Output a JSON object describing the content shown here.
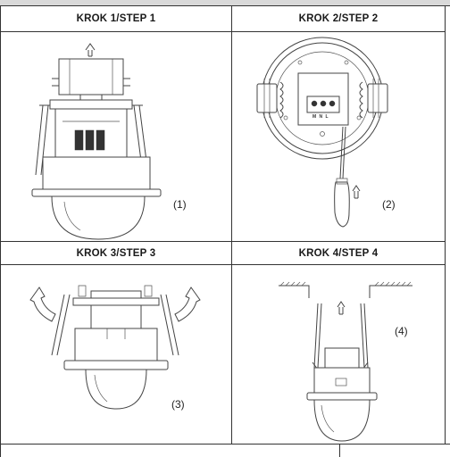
{
  "steps": [
    {
      "header": "KROK 1/STEP 1",
      "label": "(1)"
    },
    {
      "header": "KROK 2/STEP 2",
      "label": "(2)"
    },
    {
      "header": "KROK 3/STEP 3",
      "label": "(3)"
    },
    {
      "header": "KROK 4/STEP 4",
      "label": "(4)"
    }
  ],
  "terminal_labels": "M N L"
}
